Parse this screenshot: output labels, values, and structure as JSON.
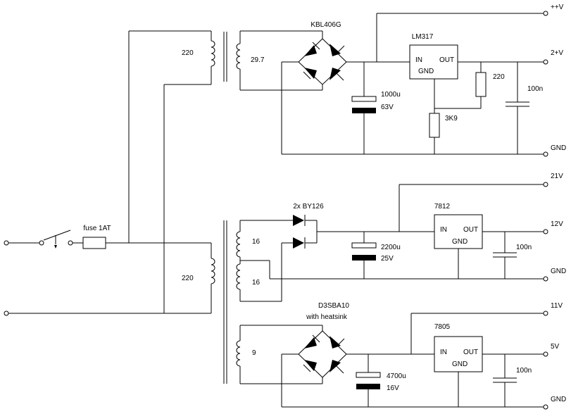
{
  "labels": {
    "bridge1": "KBL406G",
    "reg1": "LM317",
    "reg1_in": "IN",
    "reg1_out": "OUT",
    "reg1_gnd": "GND",
    "t1_primary": "220",
    "t1_secondary": "29.7",
    "c1_value": "1000u",
    "c1_voltage": "63V",
    "r1": "220",
    "r2": "3K9",
    "c2": "100n",
    "out_pp": "++V",
    "out_p": "2+V",
    "gnd1": "GND",
    "out21": "21V",
    "diodes": "2x BY126",
    "reg2": "7812",
    "reg2_in": "IN",
    "reg2_out": "OUT",
    "reg2_gnd": "GND",
    "fuse": "fuse 1AT",
    "t2_primary": "220",
    "t2_sec1": "16",
    "t2_sec2": "16",
    "c3_value": "2200u",
    "c3_voltage": "25V",
    "c4": "100n",
    "out12": "12V",
    "gnd2": "GND",
    "bridge2": "D3SBA10",
    "bridge2_note": "with heatsink",
    "out11": "11V",
    "reg3": "7805",
    "reg3_in": "IN",
    "reg3_out": "OUT",
    "reg3_gnd": "GND",
    "t2_sec3": "9",
    "c5_value": "4700u",
    "c5_voltage": "16V",
    "c6": "100n",
    "out5": "5V",
    "gnd3": "GND"
  }
}
